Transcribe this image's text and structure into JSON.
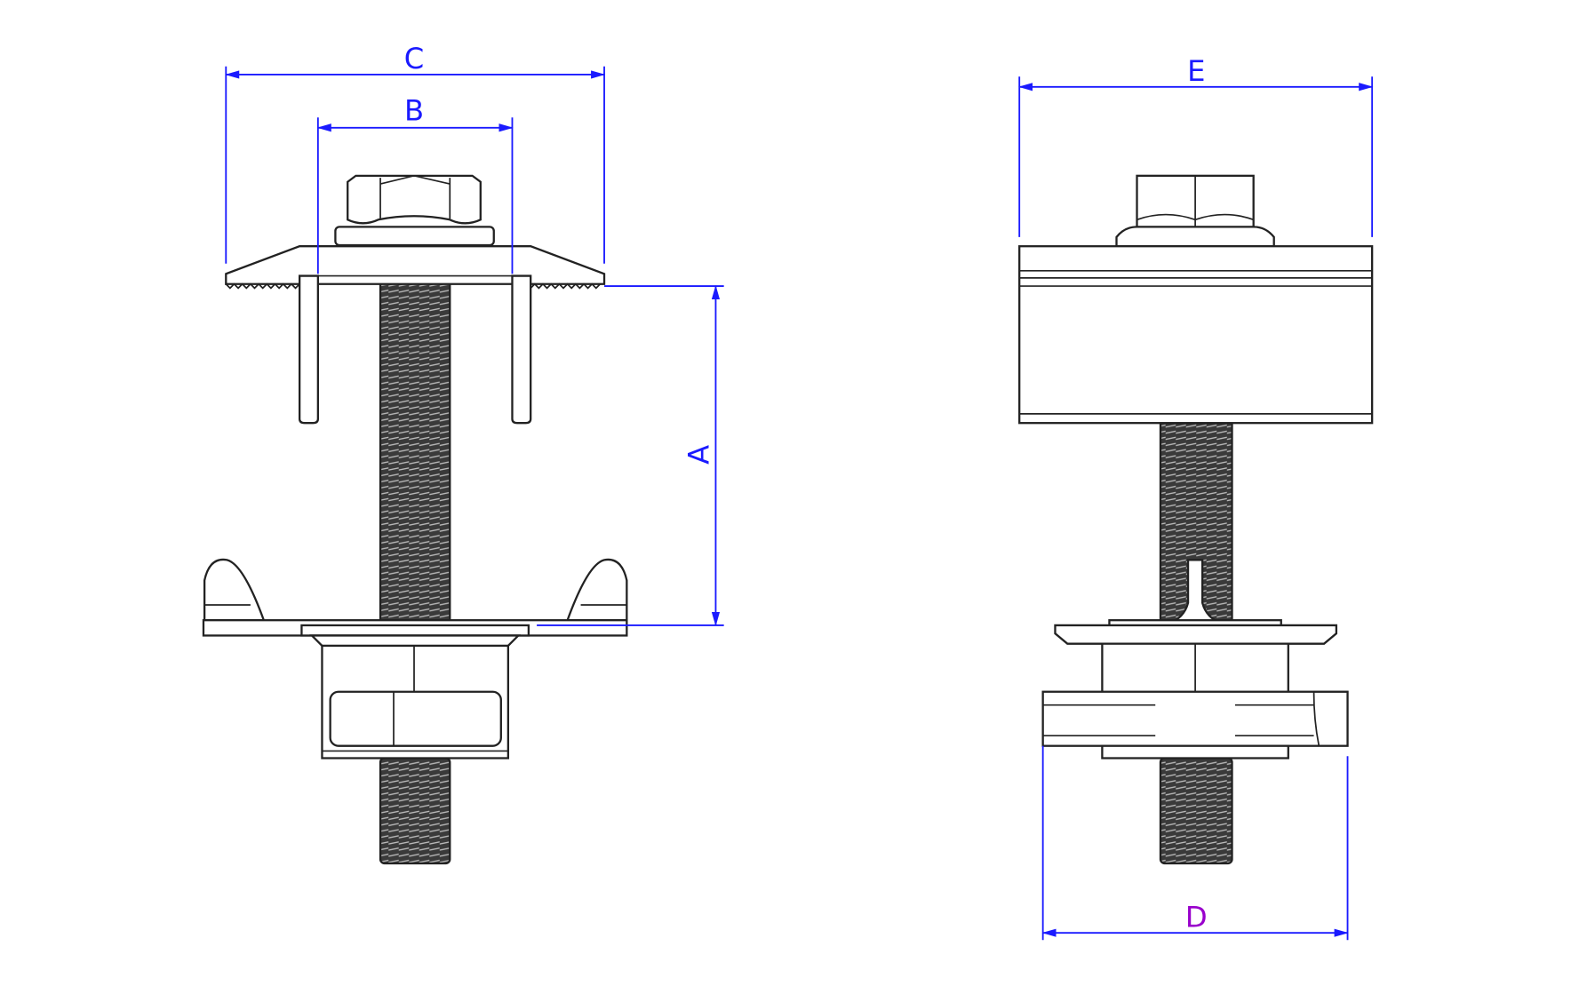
{
  "colors": {
    "dimension": "#1a1aff",
    "outline": "#222222",
    "thread": "#2a2a2a",
    "label_d": "#9900cc"
  },
  "dimensions": {
    "a": {
      "label": "A"
    },
    "b": {
      "label": "B"
    },
    "c": {
      "label": "C"
    },
    "d": {
      "label": "D"
    },
    "e": {
      "label": "E"
    }
  }
}
